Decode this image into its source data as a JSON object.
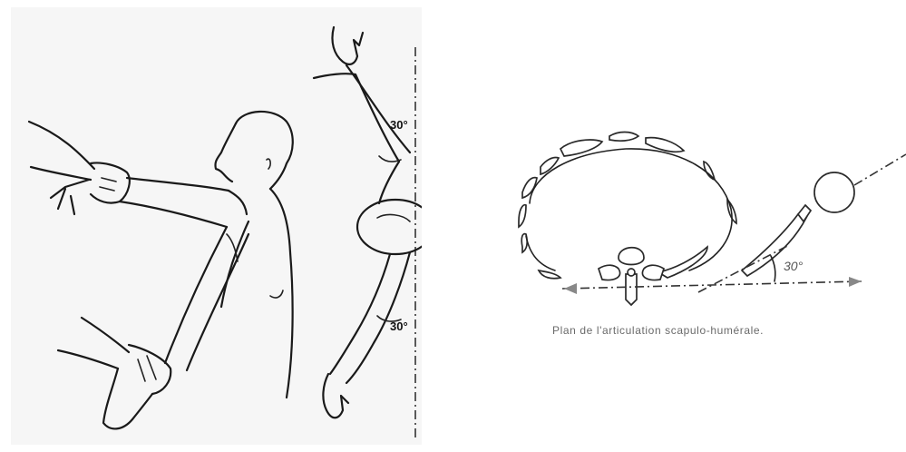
{
  "left_figure": {
    "angle_top": "30°",
    "angle_bottom": "30°"
  },
  "right_figure": {
    "angle": "30°",
    "caption": "Plan de l'articulation scapulo-humérale."
  }
}
